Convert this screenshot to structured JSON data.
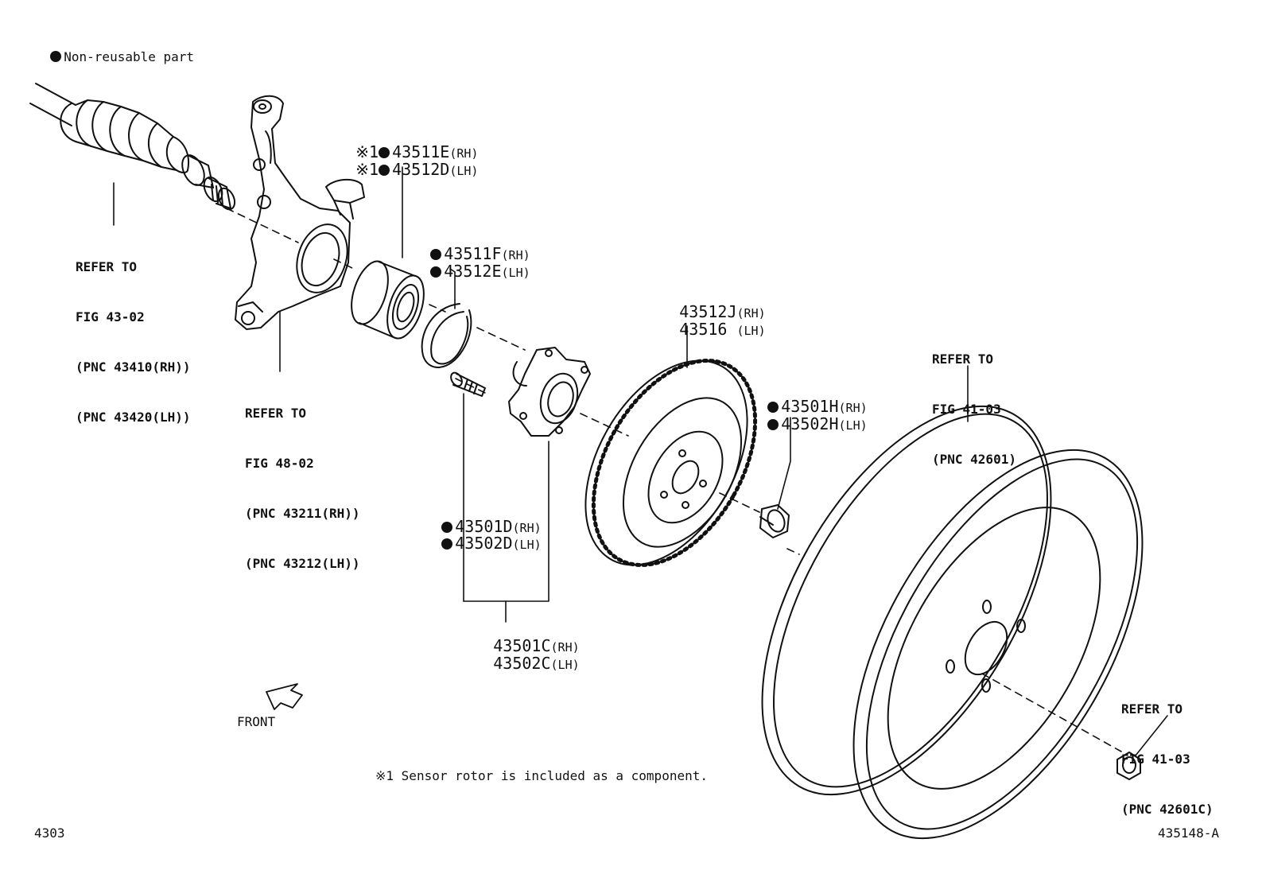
{
  "legend": {
    "non_reusable": "Non-reusable part"
  },
  "note": "※1 Sensor rotor is included as a component.",
  "front_label": "FRONT",
  "footer": {
    "left": "4303",
    "right": "435148-A"
  },
  "refs": {
    "drive_shaft": [
      "REFER TO",
      "FIG 43-02",
      "(PNC 43410(RH))",
      "(PNC 43420(LH))"
    ],
    "knuckle": [
      "REFER TO",
      "FIG 48-02",
      "(PNC 43211(RH))",
      "(PNC 43212(LH))"
    ],
    "wheel": [
      "REFER TO",
      "FIG 41-03",
      "(PNC 42601)"
    ],
    "wheel_nut": [
      "REFER TO",
      "FIG 41-03",
      "(PNC 42601C)"
    ]
  },
  "parts": {
    "bearing_rh": {
      "mark": "※1",
      "number": "43511E",
      "side": "(RH)"
    },
    "bearing_lh": {
      "mark": "※1",
      "number": "43512D",
      "side": "(LH)"
    },
    "snap_ring_rh": {
      "number": "43511F",
      "side": "(RH)"
    },
    "snap_ring_lh": {
      "number": "43512E",
      "side": "(LH)"
    },
    "disc_rh": {
      "number": "43512J",
      "side": "(RH)"
    },
    "disc_lh": {
      "number": "43516",
      "side": "(LH)"
    },
    "hub_nut_rh": {
      "number": "43501H",
      "side": "(RH)"
    },
    "hub_nut_lh": {
      "number": "43502H",
      "side": "(LH)"
    },
    "hub_bolt_rh": {
      "number": "43501D",
      "side": "(RH)"
    },
    "hub_bolt_lh": {
      "number": "43502D",
      "side": "(LH)"
    },
    "hub_rh": {
      "number": "43501C",
      "side": "(RH)"
    },
    "hub_lh": {
      "number": "43502C",
      "side": "(LH)"
    }
  }
}
